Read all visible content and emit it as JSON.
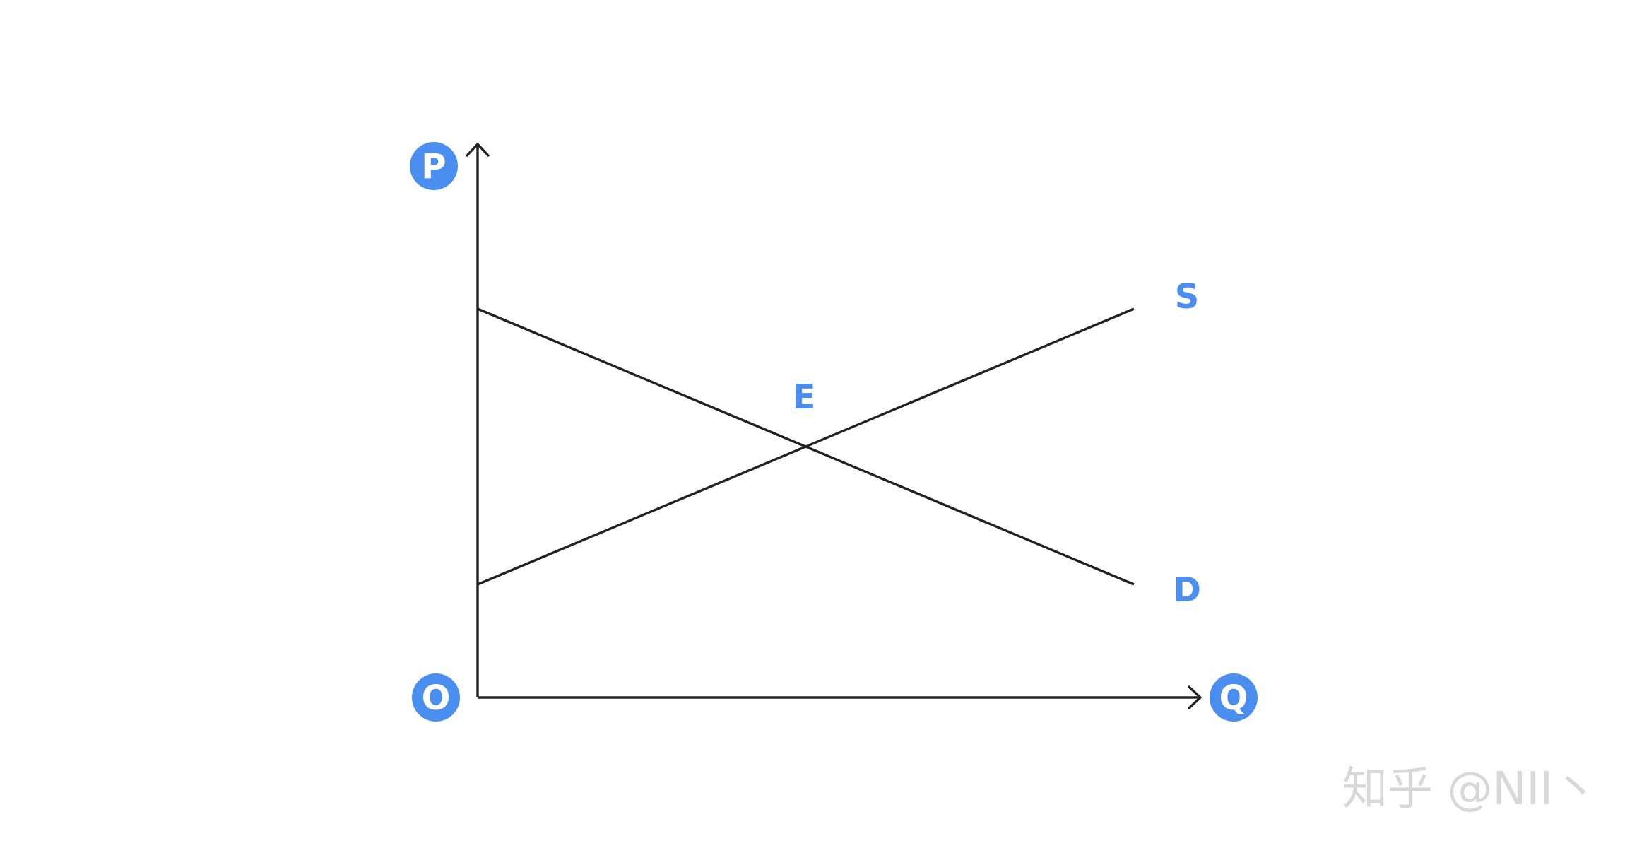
{
  "diagram": {
    "axis_labels": {
      "price": "P",
      "quantity": "Q",
      "origin": "O"
    },
    "curve_labels": {
      "supply": "S",
      "demand": "D",
      "equilibrium": "E"
    }
  },
  "watermark": {
    "text": "知乎 @NII丶"
  },
  "colors": {
    "accent": "#4a8ef0",
    "line": "#222222",
    "background": "#ffffff"
  }
}
